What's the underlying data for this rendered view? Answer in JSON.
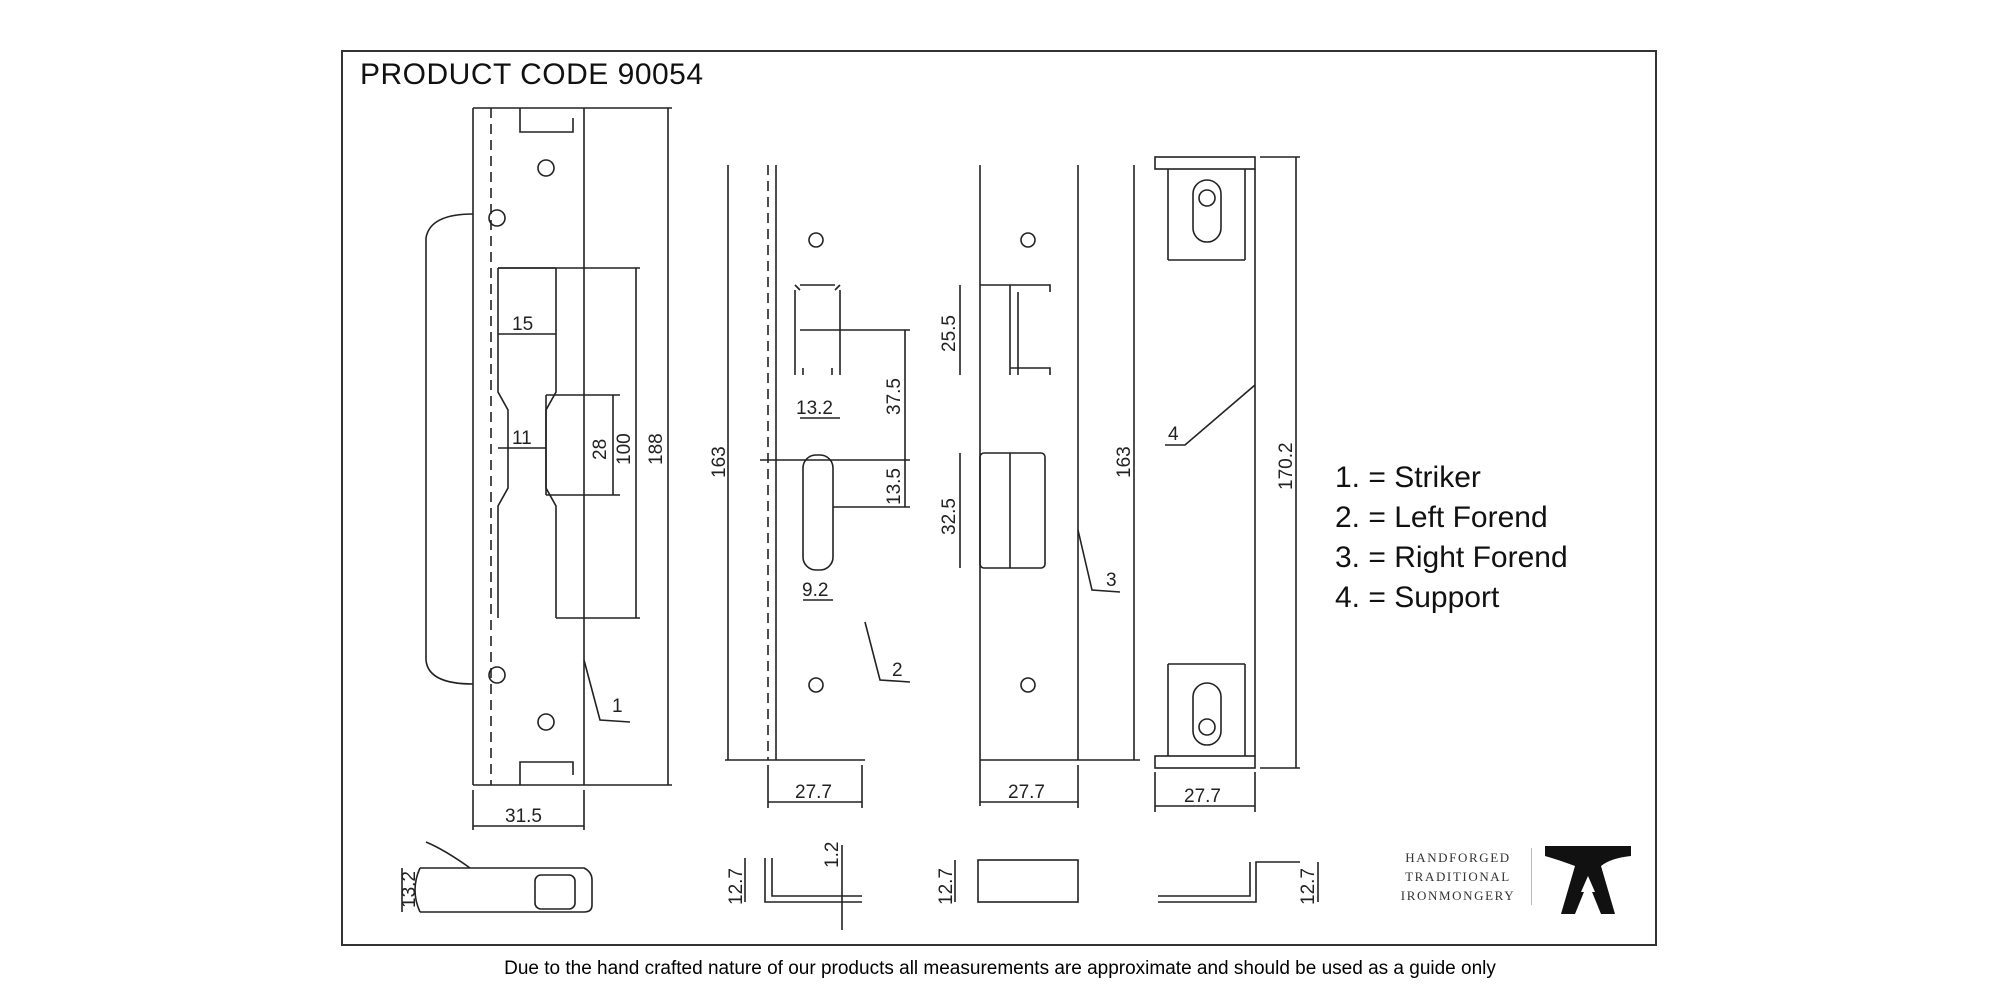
{
  "title": "PRODUCT CODE 90054",
  "footer": "Due to the hand crafted nature of our products all measurements are approximate and should be used as a guide only",
  "legend": [
    "1. = Striker",
    "2. = Left Forend",
    "3. = Right Forend",
    "4. = Support"
  ],
  "brand": {
    "line1": "HANDFORGED",
    "line2": "TRADITIONAL",
    "line3": "IRONMONGERY",
    "icon": "anvil-icon"
  },
  "labels": {
    "part1": "1",
    "part2": "2",
    "part3": "3",
    "part4": "4"
  },
  "dimensions": {
    "striker_inner_width": "15",
    "striker_neck_width": "11",
    "striker_slot_height": "28",
    "striker_opening_height": "100",
    "striker_height": "188",
    "striker_width": "31.5",
    "striker_side_height": "13.2",
    "left_forend_height": "163",
    "left_forend_slot_width": "13.2",
    "left_forend_spacing": "37.5",
    "left_forend_slot_height": "13.5",
    "left_forend_slot2_width": "9.2",
    "left_forend_width": "27.7",
    "left_forend_side_height": "12.7",
    "left_forend_thickness": "1.2",
    "right_forend_top": "25.5",
    "right_forend_slot_height": "32.5",
    "right_forend_height": "163",
    "right_forend_width": "27.7",
    "right_forend_side_height": "12.7",
    "support_height": "170.2",
    "support_width": "27.7",
    "support_side_height": "12.7"
  }
}
